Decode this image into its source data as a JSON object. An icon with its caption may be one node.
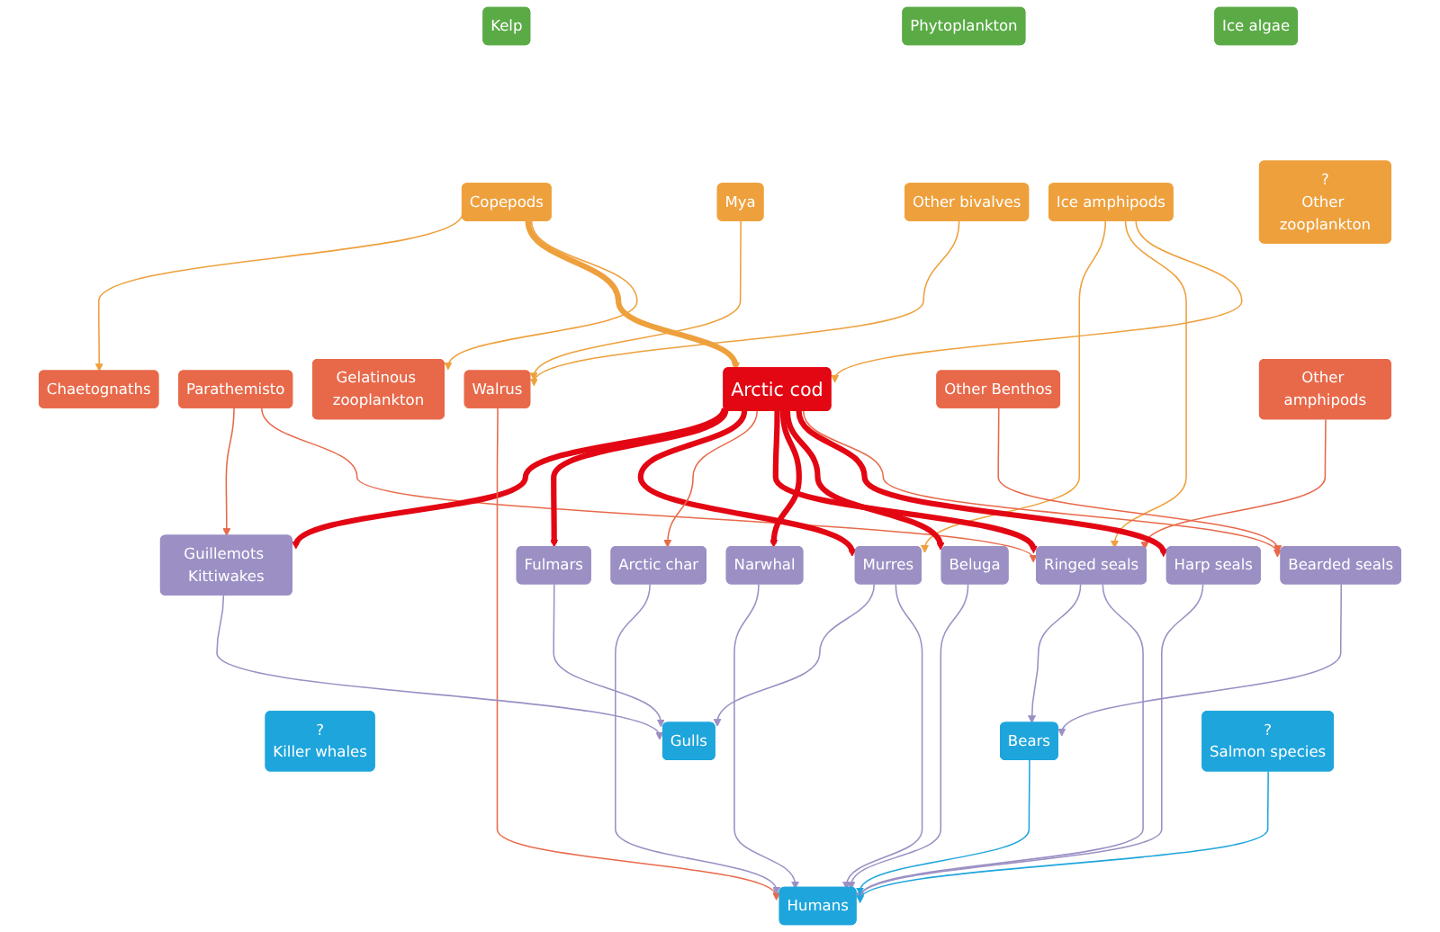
{
  "diagram": {
    "nodes": [
      {
        "text": [
          "Ice algae"
        ]
      },
      {
        "text": [
          "Kelp"
        ]
      },
      {
        "text": [
          "Phytoplankton"
        ]
      },
      {
        "text": [
          "?",
          "Other zooplankton"
        ]
      },
      {
        "text": [
          "Ice amphipods"
        ]
      },
      {
        "text": [
          "Copepods"
        ]
      },
      {
        "text": [
          "Mya"
        ]
      },
      {
        "text": [
          "Other bivalves"
        ]
      },
      {
        "text": [
          "Other amphipods"
        ]
      },
      {
        "text": [
          "Parathemisto"
        ]
      },
      {
        "text": [
          "Chaetognaths"
        ]
      },
      {
        "text": [
          "Arctic cod"
        ]
      },
      {
        "text": [
          "Gelatinous zooplankton"
        ]
      },
      {
        "text": [
          "Walrus"
        ]
      },
      {
        "text": [
          "Other Benthos"
        ]
      },
      {
        "text": [
          "Guillemots Kittiwakes"
        ]
      },
      {
        "text": [
          "Fulmars"
        ]
      },
      {
        "text": [
          "Murres"
        ]
      },
      {
        "text": [
          "Arctic char"
        ]
      },
      {
        "text": [
          "Ringed seals"
        ]
      },
      {
        "text": [
          "Narwhal"
        ]
      },
      {
        "text": [
          "Beluga"
        ]
      },
      {
        "text": [
          "Harp seals"
        ]
      },
      {
        "text": [
          "Bearded seals"
        ]
      },
      {
        "text": [
          "?",
          "Killer whales"
        ]
      },
      {
        "text": [
          "Gulls"
        ]
      },
      {
        "text": [
          "Bears"
        ]
      },
      {
        "text": [
          "Humans"
        ]
      },
      {
        "text": [
          "?",
          "Salmon species"
        ]
      }
    ],
    "edges": [
      {
        "from": 4,
        "to": 17,
        "arrow": "to",
        "color": "#eea03c"
      },
      {
        "from": 4,
        "to": 19,
        "arrow": "to",
        "color": "#eea03c"
      },
      {
        "from": 4,
        "to": 11,
        "arrow": "to",
        "color": "#eea03c"
      },
      {
        "from": 5,
        "to": 10,
        "arrow": "to",
        "color": "#eea03c"
      },
      {
        "from": 5,
        "to": 11,
        "arrow": "to",
        "style": "thick",
        "color": "#eea03c"
      },
      {
        "from": 5,
        "to": 12,
        "arrow": "to",
        "color": "#eea03c"
      },
      {
        "from": 6,
        "to": 13,
        "arrow": "to",
        "color": "#eea03c"
      },
      {
        "from": 7,
        "to": 13,
        "arrow": "to",
        "color": "#eea03c"
      },
      {
        "from": 8,
        "to": 19,
        "arrow": "to",
        "color": "#e8694a"
      },
      {
        "from": 9,
        "to": 15,
        "arrow": "to",
        "color": "#e8694a"
      },
      {
        "from": 9,
        "to": 19,
        "arrow": "to",
        "color": "#e8694a"
      },
      {
        "from": 11,
        "to": 15,
        "arrow": "to",
        "style": "thick",
        "color": "#e30613"
      },
      {
        "from": 11,
        "to": 16,
        "arrow": "to",
        "style": "thick",
        "color": "#e30613"
      },
      {
        "from": 11,
        "to": 17,
        "arrow": "to",
        "style": "thick",
        "color": "#e30613"
      },
      {
        "from": 11,
        "to": 18,
        "arrow": "to",
        "color": "#e8694a"
      },
      {
        "from": 11,
        "to": 19,
        "arrow": "to",
        "style": "thick",
        "color": "#e30613"
      },
      {
        "from": 11,
        "to": 20,
        "arrow": "to",
        "style": "thick",
        "color": "#e30613"
      },
      {
        "from": 11,
        "to": 21,
        "arrow": "to",
        "style": "thick",
        "color": "#e30613"
      },
      {
        "from": 11,
        "to": 22,
        "arrow": "to",
        "style": "thick",
        "color": "#e30613"
      },
      {
        "from": 11,
        "to": 23,
        "arrow": "to",
        "color": "#e8694a"
      },
      {
        "from": 13,
        "to": 27,
        "arrow": "to",
        "color": "#e8694a"
      },
      {
        "from": 14,
        "to": 23,
        "arrow": "to",
        "color": "#e8694a"
      },
      {
        "from": 15,
        "to": 25,
        "arrow": "to"
      },
      {
        "from": 16,
        "to": 25,
        "arrow": "to"
      },
      {
        "from": 17,
        "to": 25,
        "arrow": "to"
      },
      {
        "from": 17,
        "to": 27,
        "arrow": "to"
      },
      {
        "from": 18,
        "to": 27,
        "arrow": "to"
      },
      {
        "from": 19,
        "to": 26,
        "arrow": "to"
      },
      {
        "from": 19,
        "to": 27,
        "arrow": "to"
      },
      {
        "from": 20,
        "to": 27,
        "arrow": "to"
      },
      {
        "from": 21,
        "to": 27,
        "arrow": "to"
      },
      {
        "from": 22,
        "to": 27,
        "arrow": "to"
      },
      {
        "from": 23,
        "to": 26,
        "arrow": "to"
      },
      {
        "from": 26,
        "to": 27,
        "arrow": "to",
        "color": "#1ea5dc"
      },
      {
        "from": 28,
        "to": 27,
        "arrow": "to",
        "color": "#1ea5dc"
      }
    ]
  }
}
